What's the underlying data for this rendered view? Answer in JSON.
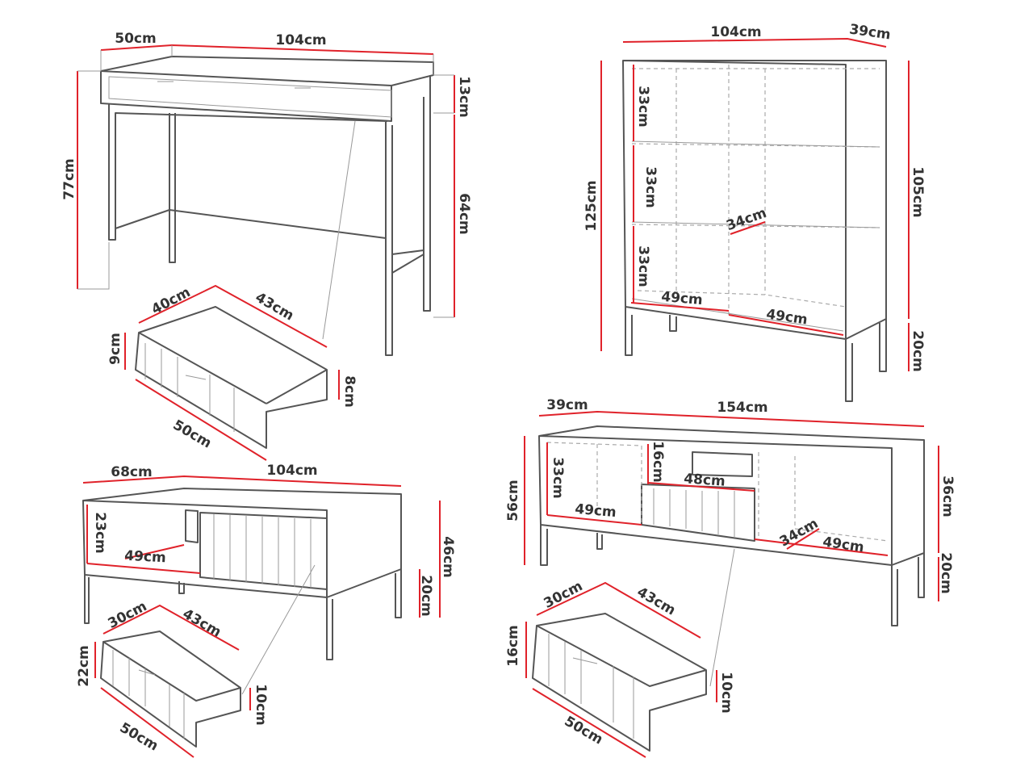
{
  "colors": {
    "dimension_line": "#e0222a",
    "outline": "#555555"
  },
  "desk": {
    "depth": "50cm",
    "width": "104cm",
    "drawer_height": "13cm",
    "total_height": "77cm",
    "leg_height": "64cm"
  },
  "desk_drawer": {
    "depth": "40cm",
    "length": "43cm",
    "front_height": "9cm",
    "inner_height": "8cm",
    "front_width": "50cm"
  },
  "cabinet": {
    "width": "104cm",
    "depth": "39cm",
    "shelf1": "33cm",
    "shelf2": "33cm",
    "shelf_depth": "34cm",
    "shelf3": "33cm",
    "total_height": "125cm",
    "body_height": "105cm",
    "bottom_left": "49cm",
    "bottom_right": "49cm",
    "leg_height": "20cm"
  },
  "tv_stand": {
    "depth": "39cm",
    "width": "154cm",
    "niche_height": "16cm",
    "left_height": "33cm",
    "drawer_width": "48cm",
    "total_height": "56cm",
    "body_height": "36cm",
    "left_width": "49cm",
    "inner_depth": "34cm",
    "right_width": "49cm",
    "leg_height": "20cm"
  },
  "tv_drawer": {
    "depth": "30cm",
    "length": "43cm",
    "front_height": "16cm",
    "inner_height": "10cm",
    "front_width": "50cm"
  },
  "coffee_table": {
    "depth": "68cm",
    "width": "104cm",
    "inner_height": "23cm",
    "inner_width": "49cm",
    "total_height": "46cm",
    "leg_height": "20cm"
  },
  "coffee_drawer": {
    "depth": "30cm",
    "length": "43cm",
    "front_height": "22cm",
    "inner_height": "10cm",
    "front_width": "50cm"
  }
}
